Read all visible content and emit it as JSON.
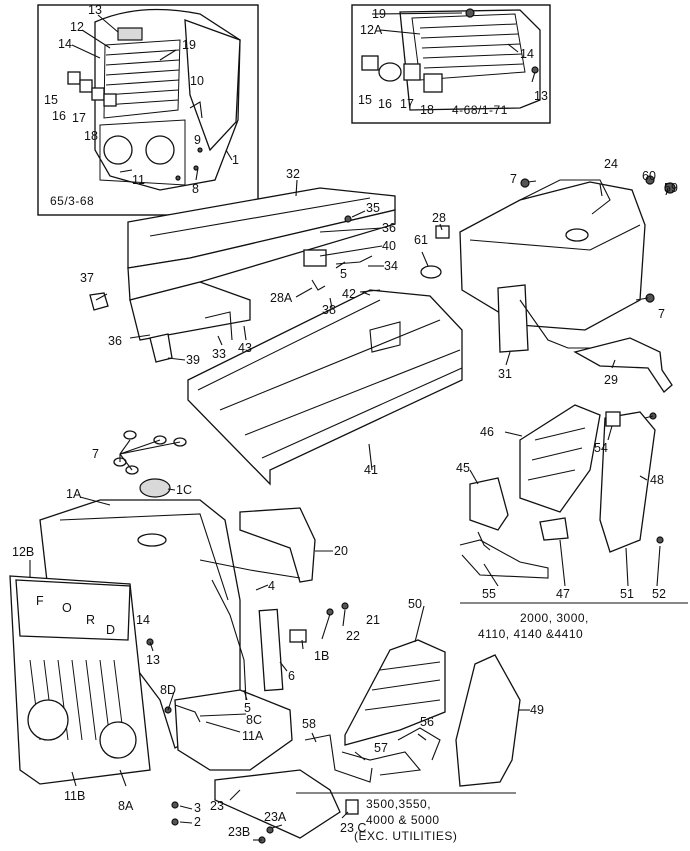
{
  "labels": {
    "l1": "1",
    "l1a": "1A",
    "l1b": "1B",
    "l1c": "1C",
    "l3": "3",
    "l2": "2",
    "l4": "4",
    "l5": "5",
    "l6": "6",
    "l7a": "7",
    "l7b": "7",
    "l7c": "7",
    "l8": "8",
    "l8a": "8A",
    "l8c": "8C",
    "l8d": "8D",
    "l9": "9",
    "l10": "10",
    "l11": "11",
    "l11a": "11A",
    "l11b": "11B",
    "l12": "12",
    "l12a": "12A",
    "l12b": "12B",
    "l13a": "13",
    "l13b": "13",
    "l13c": "13",
    "l14a": "14",
    "l14b": "14",
    "l14c": "14",
    "l15a": "15",
    "l15b": "15",
    "l16a": "16",
    "l16b": "16",
    "l17a": "17",
    "l17b": "17",
    "l18a": "18",
    "l18b": "18",
    "l19a": "19",
    "l19b": "19",
    "l20": "20",
    "l21": "21",
    "l22": "22",
    "l23": "23",
    "l23a": "23A",
    "l23b": "23B",
    "l23c": "23 C",
    "l24": "24",
    "l28": "28",
    "l28a": "28A",
    "l29": "29",
    "l31": "31",
    "l32": "32",
    "l33": "33",
    "l34": "34",
    "l35": "35",
    "l36a": "36",
    "l36b": "36",
    "l37": "37",
    "l38": "38",
    "l39": "39",
    "l40": "40",
    "l41": "41",
    "l42": "42",
    "l43": "43",
    "l45": "45",
    "l46": "46",
    "l47": "47",
    "l48": "48",
    "l49": "49",
    "l50": "50",
    "l51": "51",
    "l52": "52",
    "l54": "54",
    "l55": "55",
    "l56": "56",
    "l57": "57",
    "l58": "58",
    "l59": "59",
    "l60": "60",
    "l61": "61"
  },
  "captions": {
    "inset_left": "65/3-68",
    "inset_right": "4-68/1-71",
    "group_a_line1": "2000, 3000,",
    "group_a_line2": "4110, 4140 &4410",
    "group_b_line1": "3500,3550,",
    "group_b_line2": "4000 & 5000",
    "group_b_line3": "(EXC. UTILITIES)"
  },
  "badge": {
    "letters": [
      "F",
      "O",
      "R",
      "D"
    ]
  }
}
